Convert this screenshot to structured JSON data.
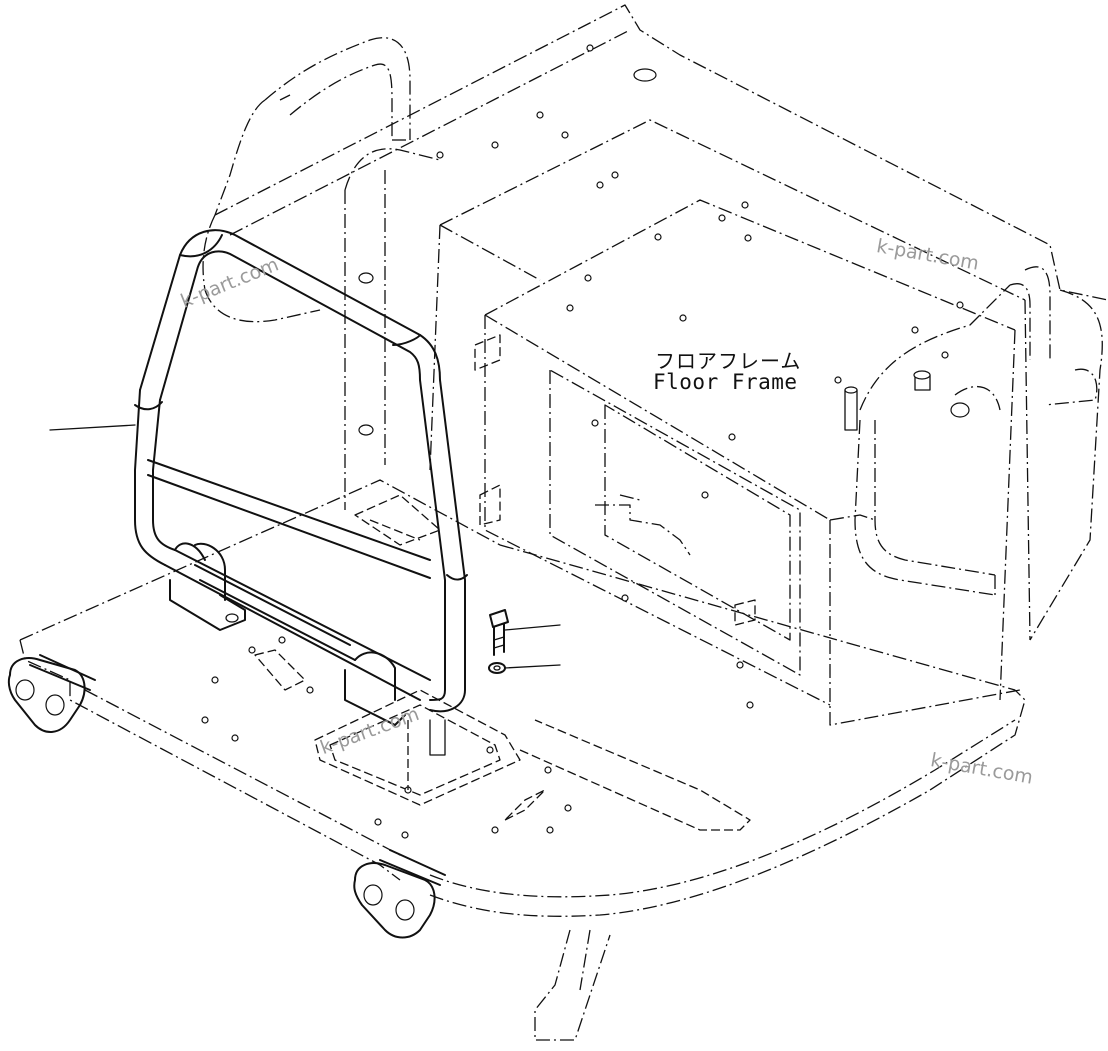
{
  "part_label": {
    "japanese": "フロアフレーム",
    "english": "Floor Frame"
  },
  "watermarks": [
    "k-part.com",
    "k-part.com",
    "k-part.com",
    "k-part.com"
  ],
  "colors": {
    "line": "#111111",
    "watermark": "#9a9a9a",
    "background": "#ffffff"
  }
}
